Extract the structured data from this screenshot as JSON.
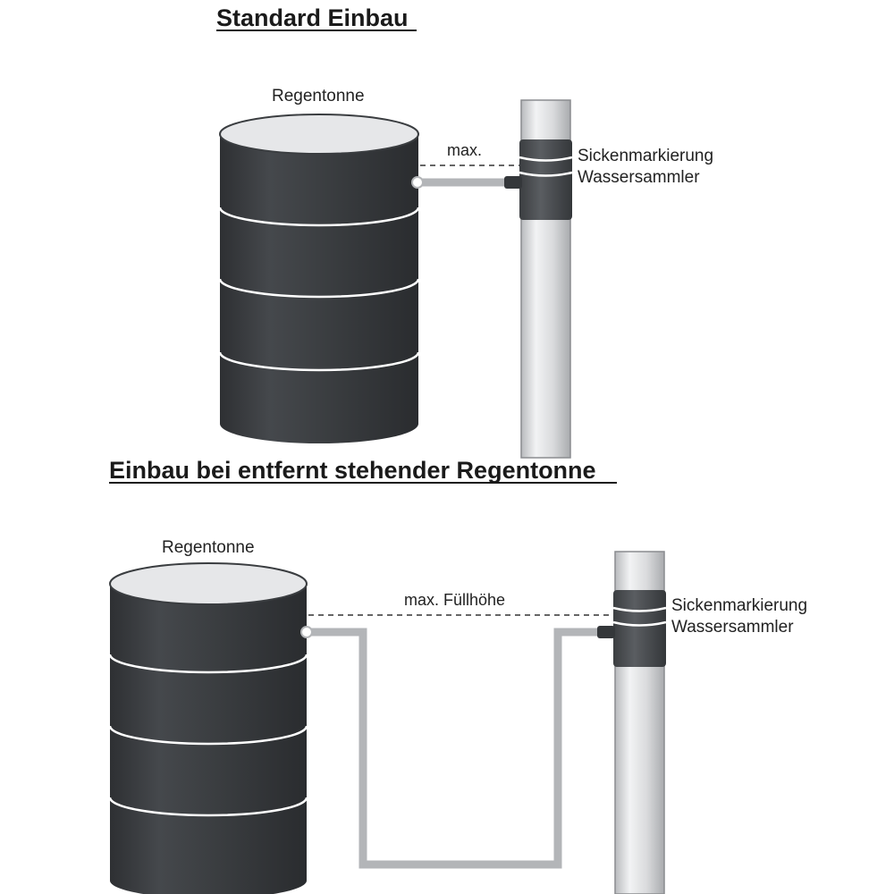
{
  "top_section": {
    "title": "Standard Einbau",
    "barrel_label": "Regentonne",
    "max_label": "max.",
    "marking_line1": "Sickenmarkierung",
    "marking_line2": "Wassersammler"
  },
  "bottom_section": {
    "title": "Einbau bei entfernt stehender Regentonne",
    "barrel_label": "Regentonne",
    "max_label": "max. Füllhöhe",
    "marking_line1": "Sickenmarkierung",
    "marking_line2": "Wassersammler"
  },
  "colors": {
    "barrel": "#3a3d40",
    "barrel_lid": "#e6e7e9",
    "pipe": "#d9dadc",
    "collector": "#4a4d50",
    "hose": "#b3b5b8",
    "dashed_line": "#333333"
  }
}
